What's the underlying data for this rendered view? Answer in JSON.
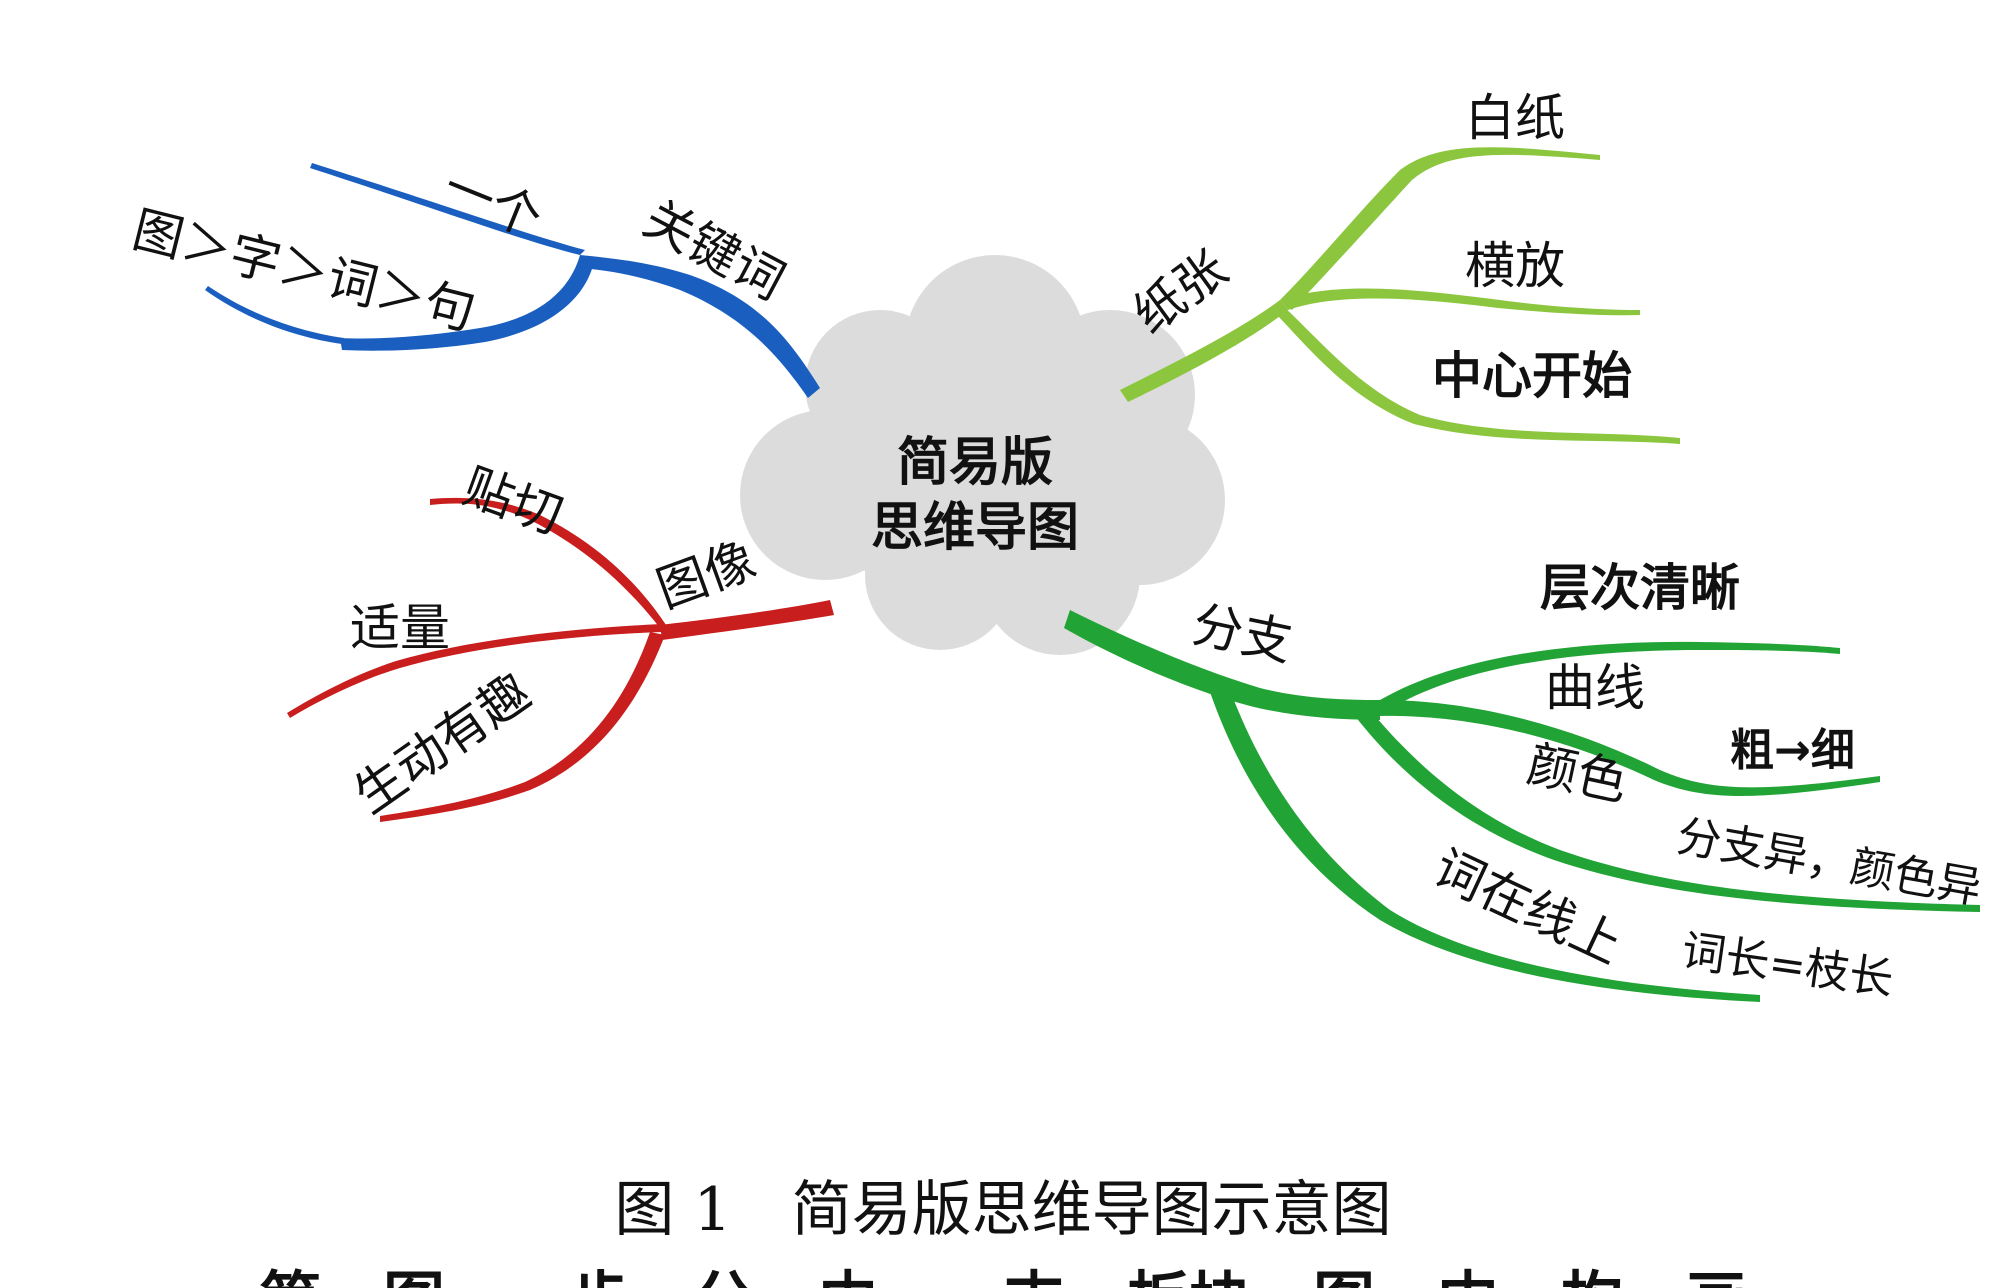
{
  "center": {
    "line1": "简易版",
    "line2": "思维导图"
  },
  "branches": {
    "keyword": {
      "label": "关键词",
      "color": "#1a5fc0",
      "children": [
        "一个",
        "图＞字＞词＞句"
      ]
    },
    "paper": {
      "label": "纸张",
      "color": "#8cc63e",
      "children": [
        "白纸",
        "横放",
        "中心开始"
      ]
    },
    "image": {
      "label": "图像",
      "color": "#c81e1e",
      "children": [
        "贴切",
        "适量",
        "生动有趣"
      ]
    },
    "branch": {
      "label": "分支",
      "color": "#21a336",
      "children": [
        "层次清晰",
        "曲线",
        "粗→细",
        "颜色",
        "分支异，颜色异",
        "词在线上",
        "词长=枝长"
      ]
    }
  },
  "caption": "图 1　简易版思维导图示意图",
  "partial_text": "第　图一　步　分　由一　支　板块　图　中　构　画"
}
